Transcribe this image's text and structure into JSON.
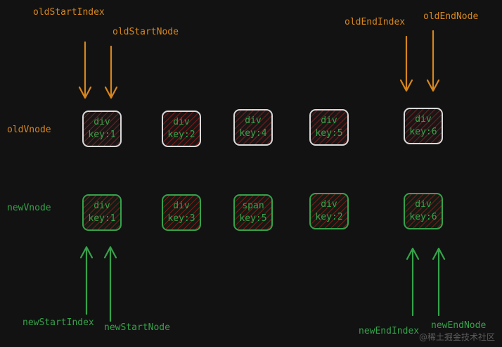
{
  "labels": {
    "old_start_index": "oldStartIndex",
    "old_start_node": "oldStartNode",
    "old_end_index": "oldEndIndex",
    "old_end_node": "oldEndNode",
    "old_vnode": "oldVnode",
    "new_vnode": "newVnode",
    "new_start_index": "newStartIndex",
    "new_start_node": "newStartNode",
    "new_end_index": "newEndIndex",
    "new_end_node": "newEndNode"
  },
  "old_nodes": [
    {
      "tag": "div",
      "key": "key:1"
    },
    {
      "tag": "div",
      "key": "key:2"
    },
    {
      "tag": "div",
      "key": "key:4"
    },
    {
      "tag": "div",
      "key": "key:5"
    },
    {
      "tag": "div",
      "key": "key:6"
    }
  ],
  "new_nodes": [
    {
      "tag": "div",
      "key": "key:1"
    },
    {
      "tag": "div",
      "key": "key:3"
    },
    {
      "tag": "span",
      "key": "key:5"
    },
    {
      "tag": "div",
      "key": "key:2"
    },
    {
      "tag": "div",
      "key": "key:6"
    }
  ],
  "watermark": "@稀土掘金技术社区",
  "colors": {
    "orange": "#d6861f",
    "green": "#36a24a",
    "white_border": "#d9d9d9",
    "background": "#121212"
  }
}
